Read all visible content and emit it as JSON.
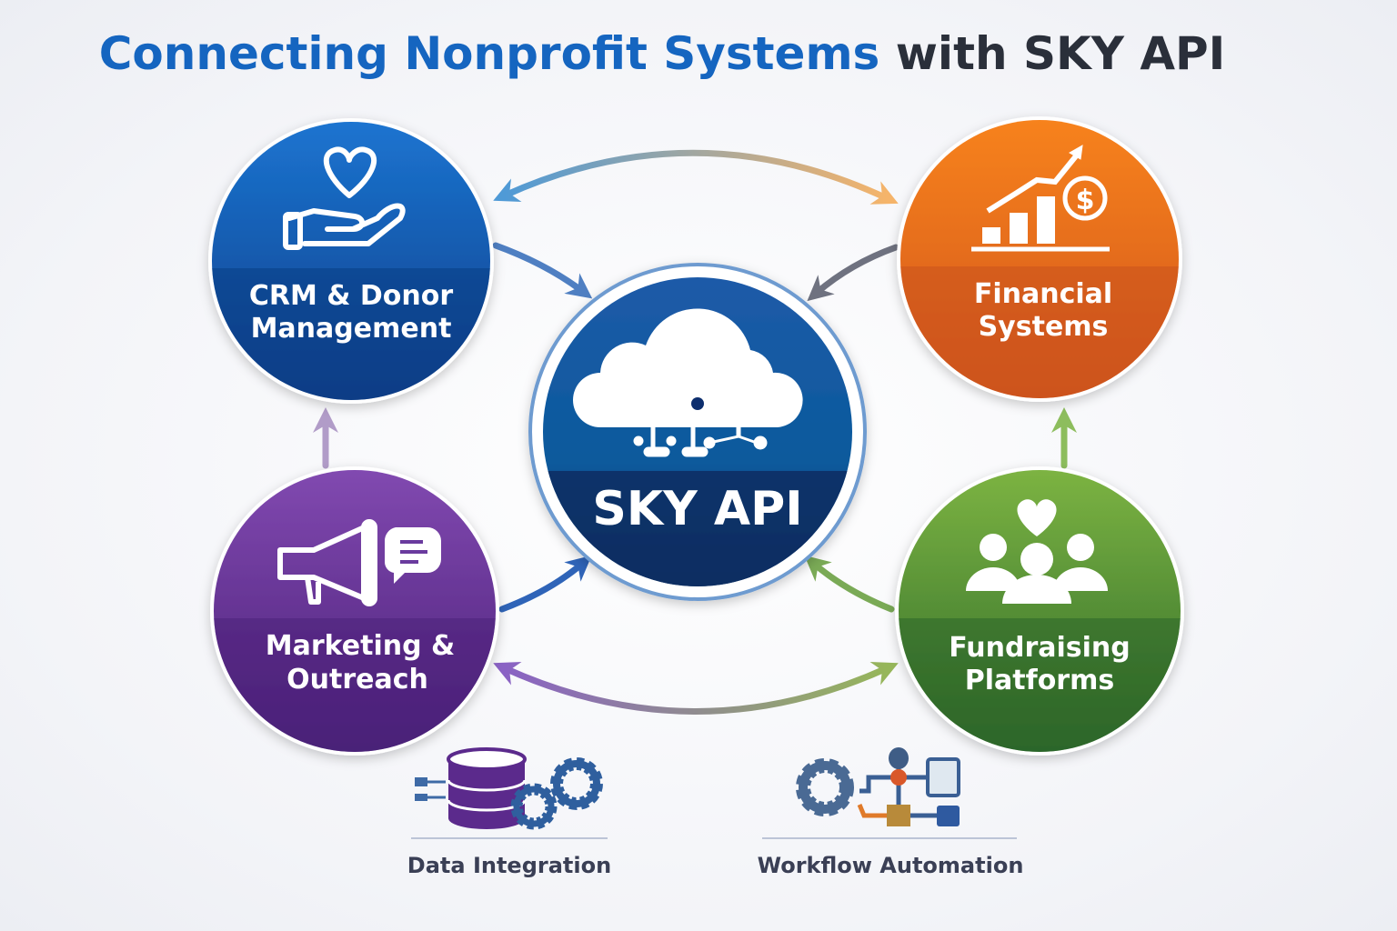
{
  "title": {
    "part1": "Connecting Nonprofit Systems",
    "part2": " with SKY API"
  },
  "hub": {
    "label": "SKY API",
    "icon": "cloud-network-icon"
  },
  "nodes": {
    "crm": {
      "line1": "CRM & Donor",
      "line2": "Management",
      "icon": "heart-hand-icon",
      "color": "#1a5fb4"
    },
    "financial": {
      "line1": "Financial",
      "line2": "Systems",
      "icon": "chart-dollar-icon",
      "color": "#ef6c1a"
    },
    "marketing": {
      "line1": "Marketing &",
      "line2": "Outreach",
      "icon": "megaphone-icon",
      "color": "#6a3a9e"
    },
    "fundraising": {
      "line1": "Fundraising",
      "line2": "Platforms",
      "icon": "people-heart-icon",
      "color": "#5a9a2e"
    }
  },
  "bottom": {
    "data_integration": {
      "label": "Data Integration",
      "icon": "database-gears-icon"
    },
    "workflow_automation": {
      "label": "Workflow Automation",
      "icon": "workflow-icon"
    }
  }
}
